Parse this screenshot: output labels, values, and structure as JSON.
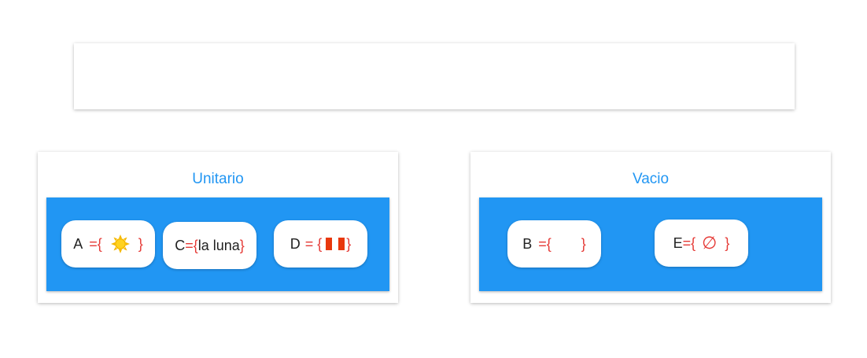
{
  "colors": {
    "accent": "#2196f3",
    "set_symbol": "#e53935",
    "sun": "#f5b800",
    "flag_red": "#e8380d"
  },
  "unitario": {
    "title": "Unitario",
    "set_a": {
      "name": "A",
      "open": "={",
      "element_icon": "sun-icon",
      "close": "}"
    },
    "set_c": {
      "name": "C",
      "open": "={",
      "element": "la luna",
      "close": "}"
    },
    "set_d": {
      "name": "D",
      "open": "= {",
      "element_icon": "flag-icon",
      "close": "}"
    }
  },
  "vacio": {
    "title": "Vacio",
    "set_b": {
      "name": "B",
      "open": "={",
      "close": "}"
    },
    "set_e": {
      "name": "E",
      "open": "={",
      "element": "∅",
      "close": "}"
    }
  }
}
